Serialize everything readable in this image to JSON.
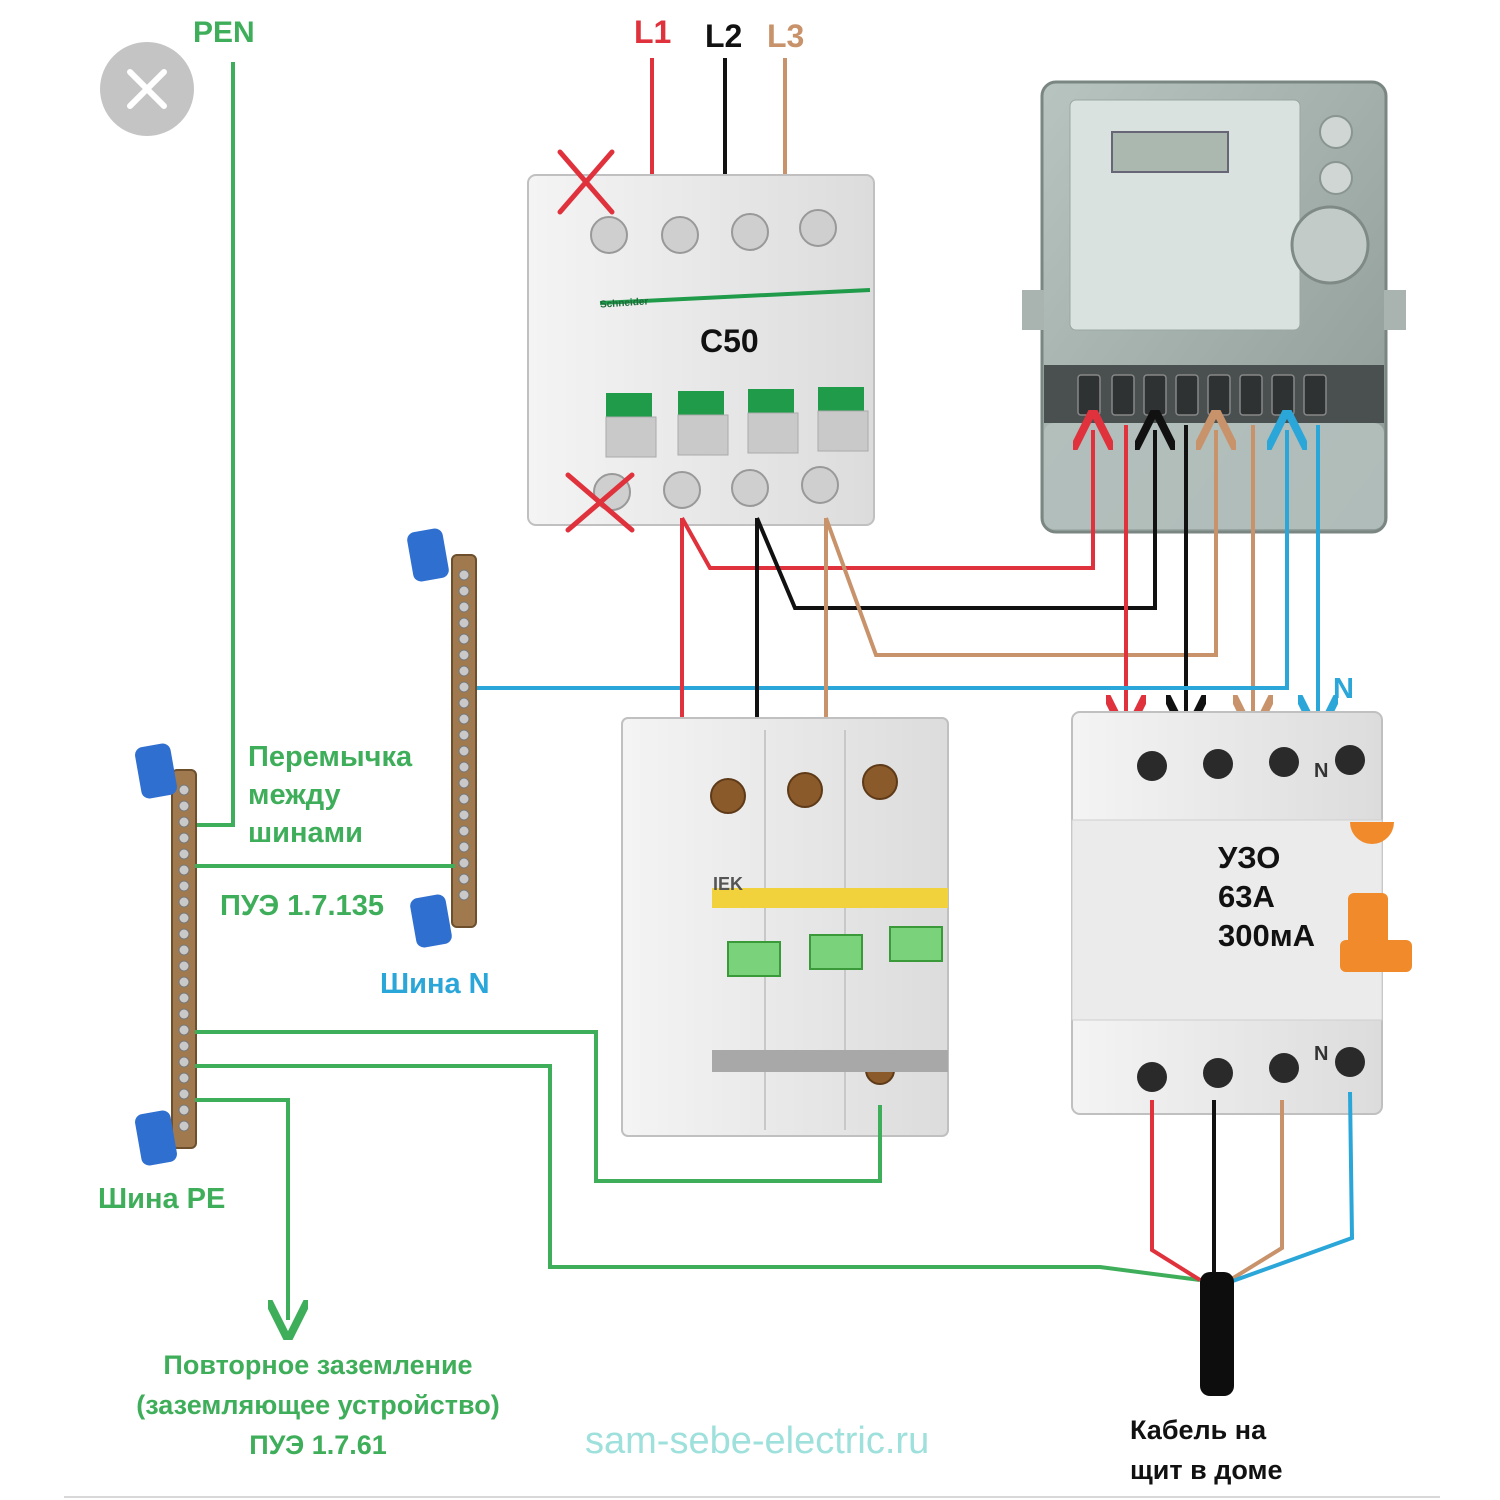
{
  "labels": {
    "pen": "PEN",
    "l1": "L1",
    "l2": "L2",
    "l3": "L3",
    "breaker": "C50",
    "breaker_brand": "Schneider",
    "jumper_line1": "Перемычка",
    "jumper_line2": "между",
    "jumper_line3": "шинами",
    "jumper_ref": "ПУЭ 1.7.135",
    "bus_n": "Шина N",
    "bus_pe": "Шина PE",
    "n_wire": "N",
    "rcd_line1": "УЗО",
    "rcd_line2": "63А",
    "rcd_line3": "300мА",
    "rcd_n_top": "N",
    "rcd_n_bottom": "N",
    "surge_brand": "IEK",
    "ground_line1": "Повторное заземление",
    "ground_line2": "(заземляющее устройство)",
    "ground_line3": "ПУЭ 1.7.61",
    "cable_line1": "Кабель на",
    "cable_line2": "щит в доме",
    "website": "sam-sebe-electric.ru"
  },
  "icons": {
    "close": "close-icon",
    "cross_mark": "cross-mark-icon"
  },
  "colors": {
    "phase_l1": "#e0323c",
    "phase_l2": "#111111",
    "phase_l3": "#c8936b",
    "neutral": "#2aa6d8",
    "pe": "#3fae5a",
    "bus_cap": "#2f6fd0",
    "rcd_handle": "#f08a2a"
  }
}
